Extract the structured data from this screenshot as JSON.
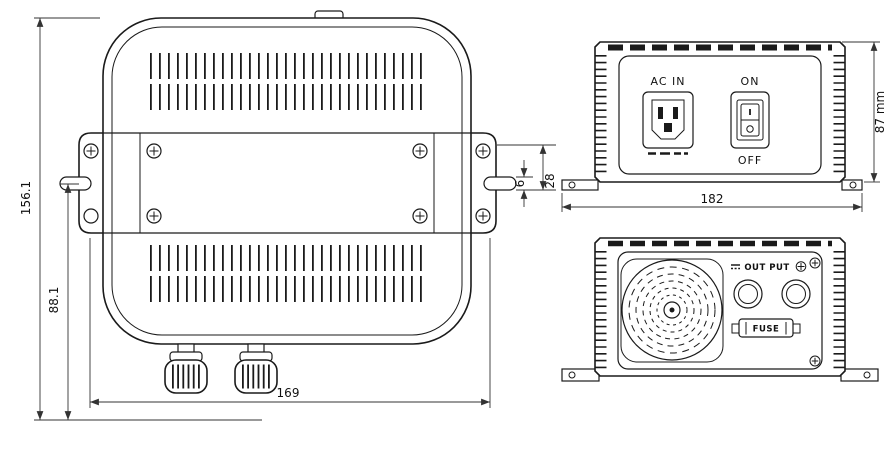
{
  "top_view": {
    "dim_overall_height": "156.1",
    "dim_lower_height": "88.1",
    "dim_width": "169",
    "dim_slot_width": "6",
    "dim_slot_offset": "28"
  },
  "front_view": {
    "label_ac_in": "AC IN",
    "label_on": "ON",
    "label_off": "OFF",
    "dim_height": "87 mm",
    "dim_width": "182"
  },
  "rear_view": {
    "label_output": "OUT PUT",
    "label_fuse": "FUSE"
  },
  "colors": {
    "line": "#1a1a1a",
    "dimension": "#333333",
    "background": "#ffffff"
  }
}
